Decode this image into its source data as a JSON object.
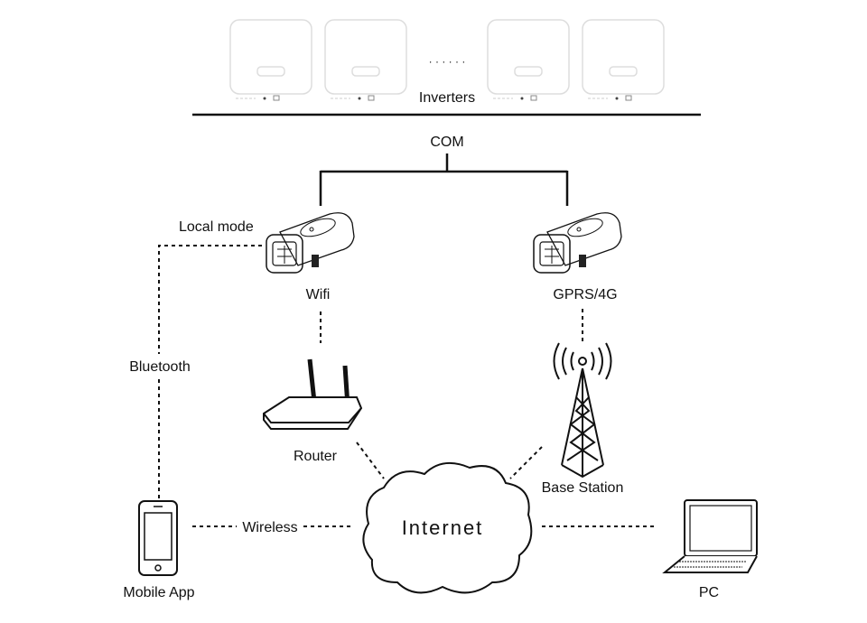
{
  "labels": {
    "inverters": "Inverters",
    "com": "COM",
    "local_mode": "Local mode",
    "wifi": "Wifi",
    "gprs": "GPRS/4G",
    "bluetooth": "Bluetooth",
    "router": "Router",
    "base_station": "Base Station",
    "internet": "Internet",
    "wireless": "Wireless",
    "mobile_app": "Mobile App",
    "pc": "PC"
  },
  "inverter_ellipsis": "· · · · · ·",
  "colors": {
    "line": "#111111",
    "inverter_outline": "#dddddd"
  }
}
